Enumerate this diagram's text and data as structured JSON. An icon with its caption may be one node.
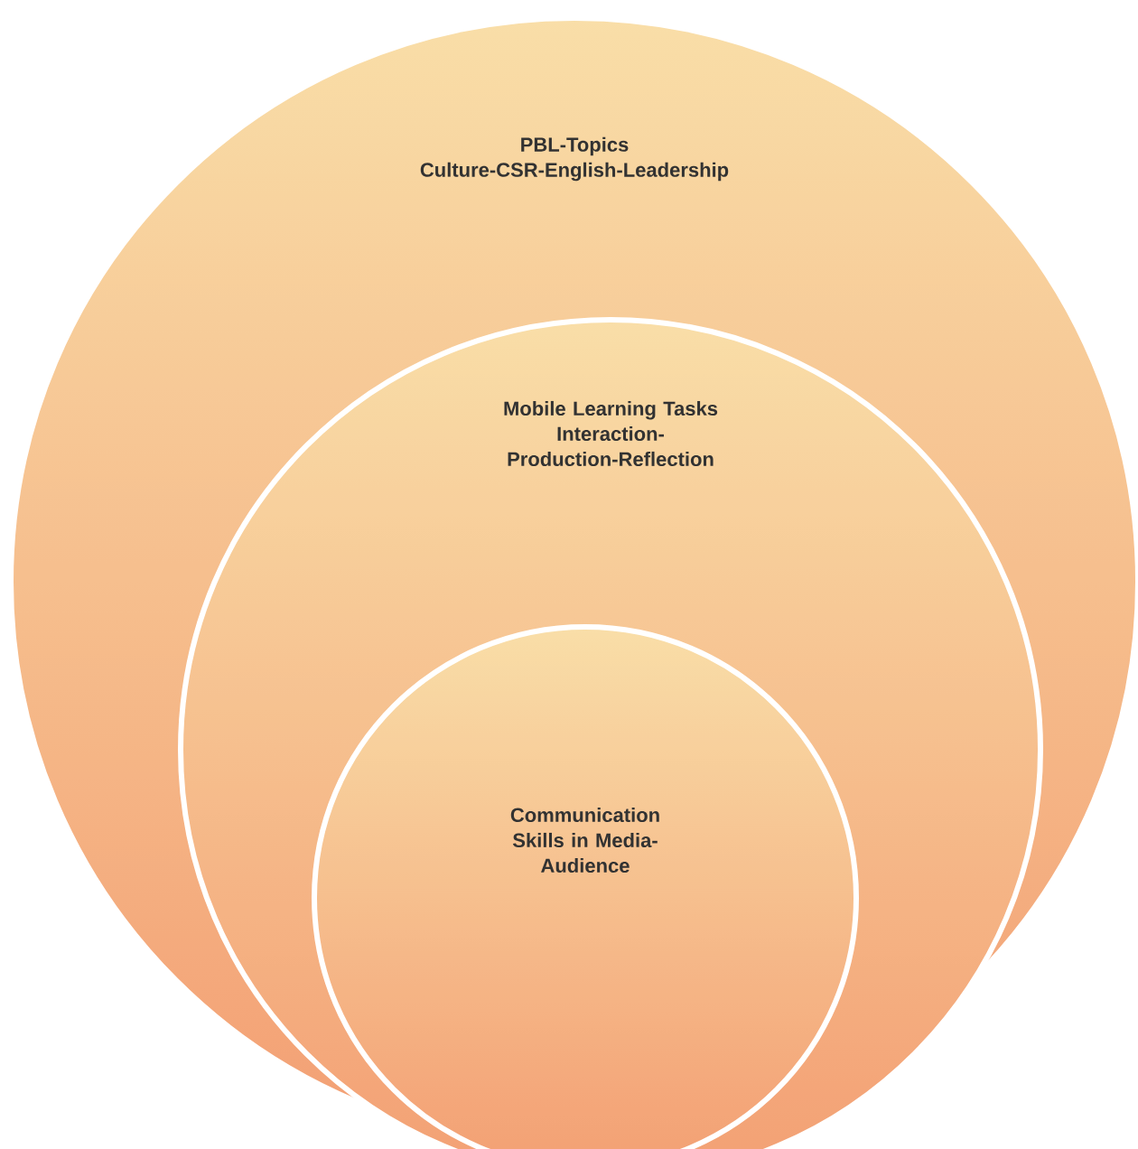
{
  "diagram": {
    "nodes": [
      {
        "text": [
          "PBL-Topics",
          "Culture-CSR-English-Leadership"
        ]
      },
      {
        "text": [
          "Mobile Learning Tasks",
          "Interaction-Production-Reflection"
        ],
        "in": 0
      },
      {
        "text": [
          "Communication Skills in Media-Audience"
        ],
        "in": 1
      }
    ]
  }
}
